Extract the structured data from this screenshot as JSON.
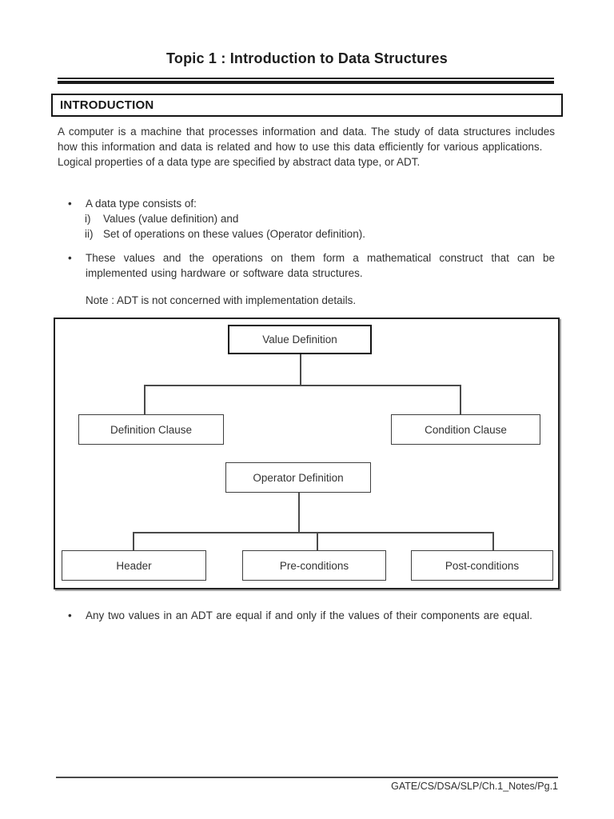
{
  "page": {
    "title": "Topic 1 : Introduction to Data Structures",
    "section_heading": "INTRODUCTION",
    "bullet_marker": "•",
    "paragraphs": {
      "intro_1": "A computer is a machine that processes information and data. The study of data structures includes how this information and data is related and how to use this data efficiently for various applications.",
      "intro_2": "Logical properties of a data type are specified by abstract data type, or ADT."
    },
    "bullets": [
      {
        "text": "A data type consists of:",
        "sub_items": [
          {
            "marker": "i)",
            "text": "Values (value definition) and"
          },
          {
            "marker": "ii)",
            "text": "Set of operations on these values (Operator definition)."
          }
        ]
      },
      {
        "text": "These values and the operations on them form a mathematical construct that can be implemented using hardware or software data structures."
      },
      {
        "text": "Any two values in an ADT are equal if and only if the values of their components are equal."
      }
    ],
    "note": "Note : ADT is not concerned with implementation details.",
    "footer": "GATE/CS/DSA/SLP/Ch.1_Notes/Pg.1"
  },
  "diagram": {
    "nodes": {
      "value_definition": "Value Definition",
      "definition_clause": "Definition Clause",
      "condition_clause": "Condition Clause",
      "operator_definition": "Operator Definition",
      "header": "Header",
      "pre_conditions": "Pre-conditions",
      "post_conditions": "Post-conditions"
    }
  },
  "colors": {
    "text": "#2e2e2e",
    "border": "#1a1a1a",
    "connector": "#4a4a4a",
    "background": "#ffffff"
  }
}
